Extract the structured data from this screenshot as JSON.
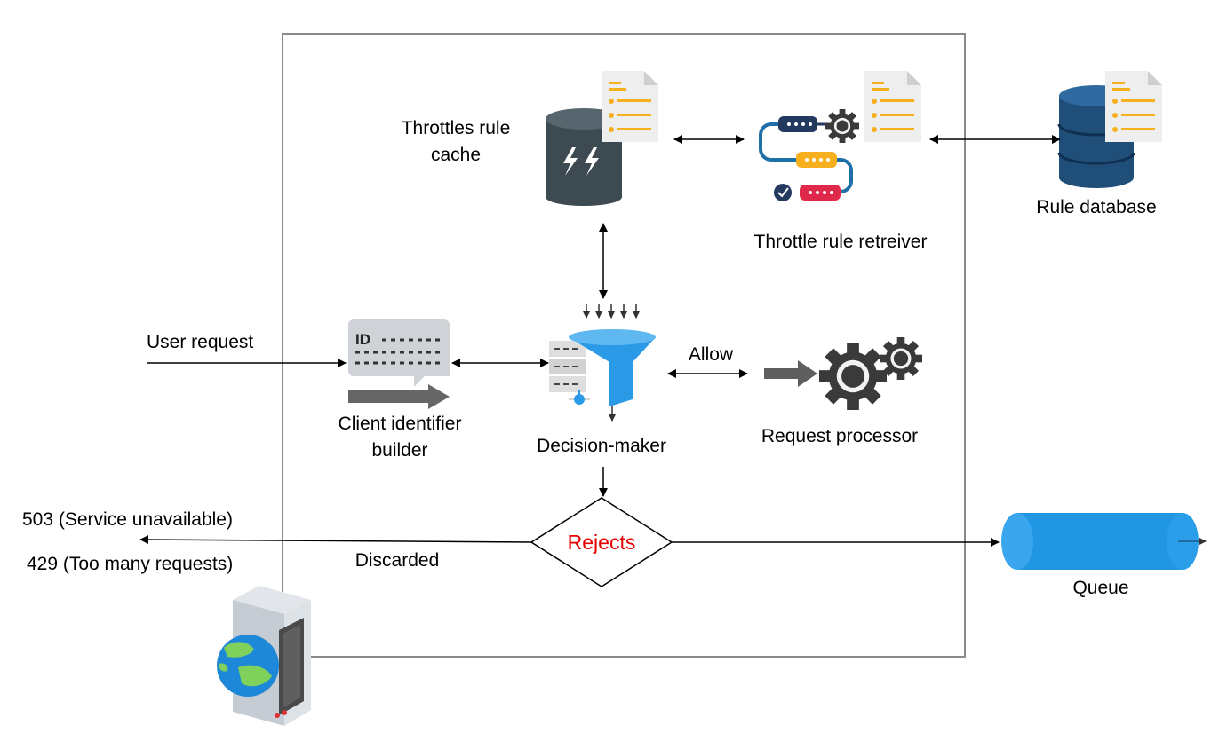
{
  "labels": {
    "throttles_cache_line1": "Throttles rule",
    "throttles_cache_line2": "cache",
    "rule_retriever": "Throttle rule retreiver",
    "rule_database": "Rule database",
    "user_request": "User request",
    "client_id_line1": "Client identifier",
    "client_id_line2": "builder",
    "decision_maker": "Decision-maker",
    "allow": "Allow",
    "request_processor": "Request processor",
    "rejects": "Rejects",
    "discarded": "Discarded",
    "status_503": "503 (Service unavailable)",
    "status_429": "429 (Too many requests)",
    "queue": "Queue",
    "id_tag": "ID"
  },
  "icons": {
    "cache": "cache-database-icon",
    "document": "document-icon",
    "retriever": "pipeline-gear-icon",
    "database": "database-icon",
    "client_id": "id-card-icon",
    "decision": "funnel-icon",
    "processor": "gears-icon",
    "server": "web-server-icon",
    "queue": "queue-cylinder-icon"
  },
  "colors": {
    "reject_text": "#e60000",
    "boundary": "#888888",
    "queue_fill": "#2196e3",
    "funnel": "#2a9ae6",
    "database": "#1f4e79"
  }
}
